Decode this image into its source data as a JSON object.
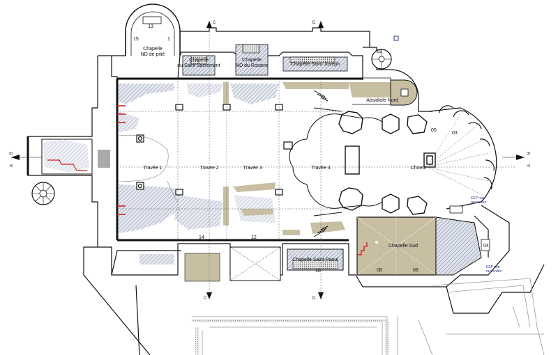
{
  "rooms": {
    "chapelle_nd_pitie": "Chapelle",
    "chapelle_nd_pitie_2": "ND de pitié",
    "chapelle_saint_sacrement": "Chapelle",
    "chapelle_saint_sacrement_2": "du Saint Sacrement",
    "chapelle_nd_rosaire": "Chapelle",
    "chapelle_nd_rosaire_2": "ND du Rosaire",
    "chapelle_saint_joseph": "Chapelle Saint Joseph",
    "absidiole_nord": "Absidiole Nord",
    "travee_1": "Travée 1",
    "travee_2": "Travée 2",
    "travee_3": "Travée 3",
    "travee_4": "Travée 4",
    "choeur": "Choeur",
    "chapelle_sud": "Chapelle Sud",
    "chapelle_saint_paoul": "Chapelle Saint Paoul"
  },
  "notes": {
    "eep1_a": "EEP non",
    "eep1_b": "raccordée",
    "eep2_a": "EEP non",
    "eep2_b": "raccordée"
  },
  "numbers": {
    "n13": "13",
    "n15": "15",
    "n1": "1",
    "n2": "02",
    "n5": "05",
    "n3": "03",
    "n14": "14",
    "n12": "12",
    "n10": "10",
    "n08": "08",
    "n06": "06",
    "n04": "04"
  },
  "sections": {
    "a": "A",
    "b": "B",
    "c": "C",
    "d": "D"
  },
  "colors": {
    "wall": "#111111",
    "beige": "#c8bfa3",
    "hatch": "#8a93a8",
    "red": "#d42020",
    "blue": "#2a3a8a"
  }
}
